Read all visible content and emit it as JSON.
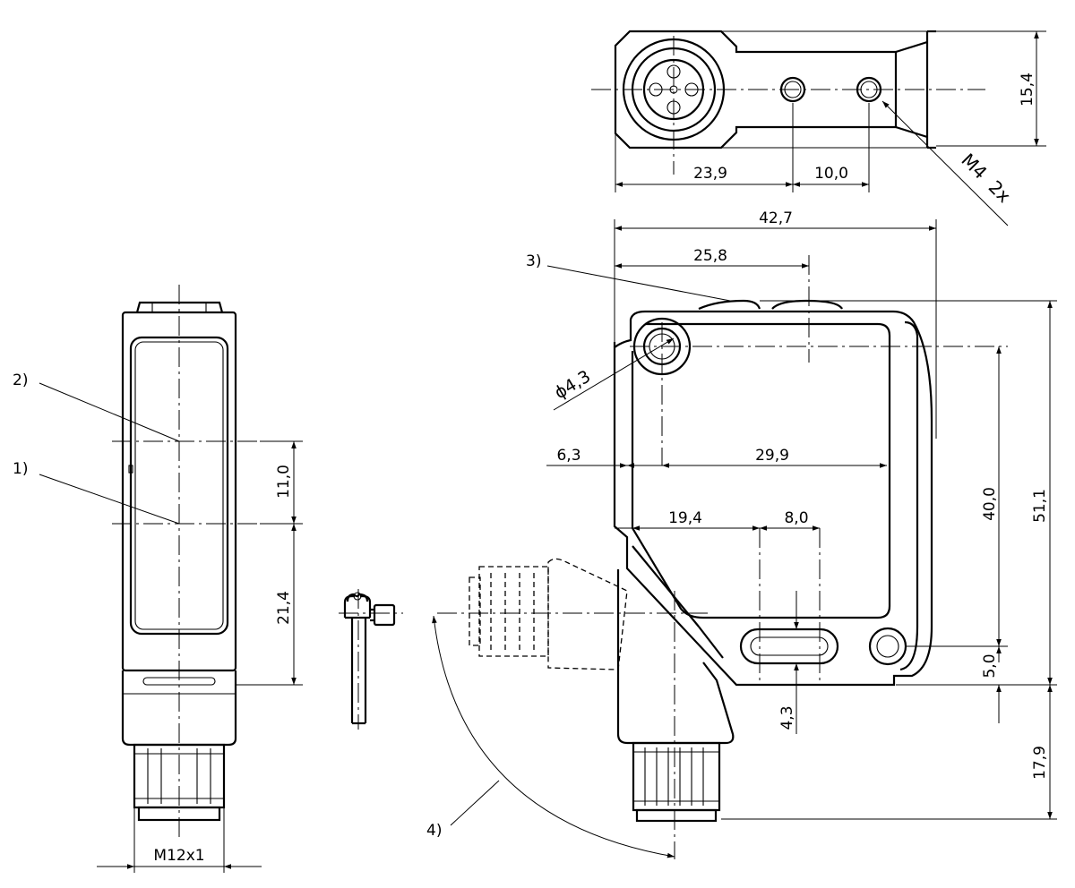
{
  "dimensions": {
    "d_15_4": "15,4",
    "d_23_9": "23,9",
    "d_10_0": "10,0",
    "d_m4_2x": "M4  2x",
    "d_42_7": "42,7",
    "d_25_8": "25,8",
    "d_phi_4_3": "ϕ4,3",
    "d_6_3": "6,3",
    "d_29_9": "29,9",
    "d_19_4": "19,4",
    "d_8_0": "8,0",
    "d_40_0": "40,0",
    "d_51_1": "51,1",
    "d_5_0": "5,0",
    "d_4_3": "4,3",
    "d_17_9": "17,9",
    "d_11_0": "11,0",
    "d_21_4": "21,4",
    "d_m12x1": "M12x1"
  },
  "callouts": {
    "c1": "1)",
    "c2": "2)",
    "c3": "3)",
    "c4": "4)"
  }
}
